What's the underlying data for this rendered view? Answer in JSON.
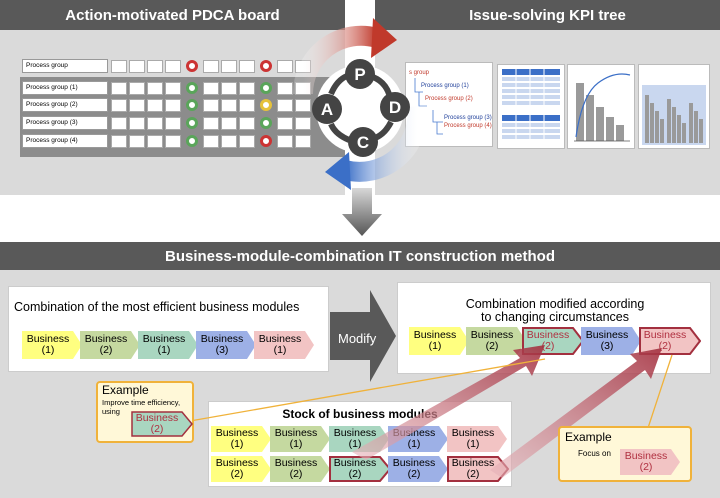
{
  "top_left": {
    "title": "Action-motivated PDCA board"
  },
  "top_right": {
    "title": "Issue-solving KPI tree"
  },
  "pdca_rows": [
    {
      "label": "Process group"
    },
    {
      "label": "Process group (1)"
    },
    {
      "label": "Process group (2)"
    },
    {
      "label": "Process group (3)"
    },
    {
      "label": "Process group (4)"
    }
  ],
  "pdca_cycle": {
    "p": "P",
    "d": "D",
    "c": "C",
    "a": "A"
  },
  "kpi_tree": {
    "root": "s group",
    "n1": "Process group (1)",
    "n2": "Process group (2)",
    "n3": "Process group (3)",
    "n4": "Process group (4)"
  },
  "bottom": {
    "title": "Business-module-combination IT construction method"
  },
  "left_box": {
    "title": "Combination of the most efficient business modules"
  },
  "modify_label": "Modify",
  "right_box": {
    "title_line1": "Combination modified according",
    "title_line2": "to changing circumstances"
  },
  "stock": {
    "title": "Stock of business modules"
  },
  "example1": {
    "title": "Example",
    "line1": "Improve time efficiency,",
    "line2": "using"
  },
  "example2": {
    "title": "Example",
    "line1": "Focus on"
  },
  "modules": {
    "b1_l1": "Business",
    "b1_l2": "(1)",
    "b2_l1": "Business",
    "b2_l2": "(2)",
    "b3_l1": "Business",
    "b3_l2": "(3)"
  },
  "colors": {
    "header": "#595959",
    "panel": "#dadada",
    "cycle_red": "#c0392b",
    "cycle_blue": "#3b6fc7",
    "callout_border": "#f0b23a",
    "highlight_red": "#a3303f"
  }
}
